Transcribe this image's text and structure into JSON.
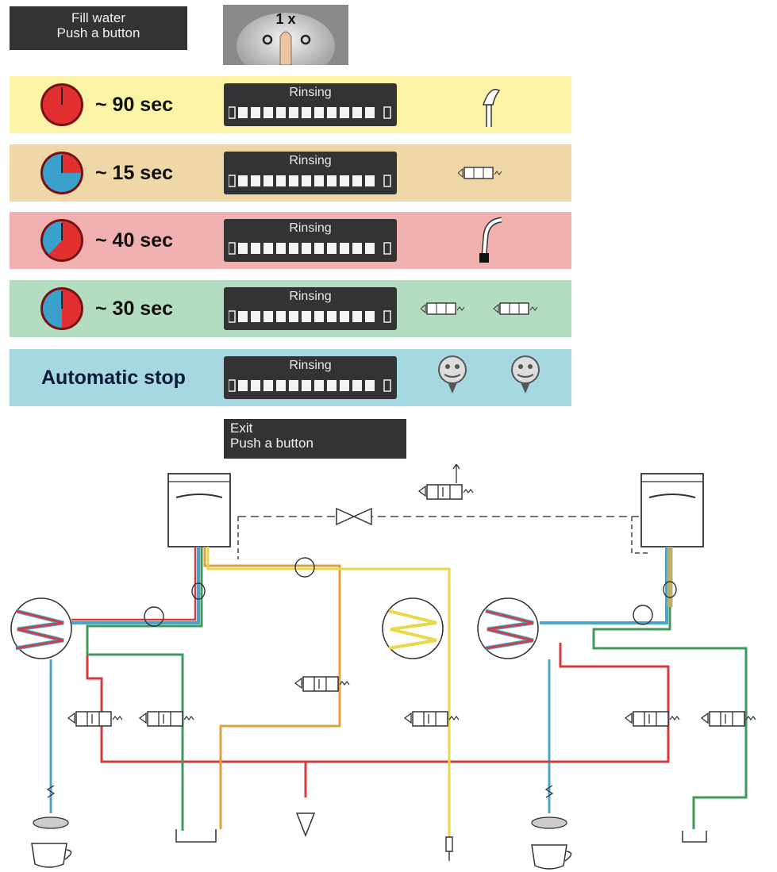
{
  "top": {
    "fill_label_line1": "Fill water",
    "fill_label_line2": "Push a button",
    "button_press_label": "1 x"
  },
  "steps": [
    {
      "duration": "~ 90 sec",
      "display": "Rinsing",
      "color": "#fbf3a6",
      "output": "hot-water-spout-icon"
    },
    {
      "duration": "~ 15 sec",
      "display": "Rinsing",
      "color": "#f0d7a8",
      "output": "solenoid-valve-icon"
    },
    {
      "duration": "~ 40 sec",
      "display": "Rinsing",
      "color": "#f2b1b1",
      "output": "steam-wand-icon"
    },
    {
      "duration": "~ 30 sec",
      "display": "Rinsing",
      "color": "#b4dcc0",
      "output": "two-solenoid-valves-icon"
    },
    {
      "duration": "Automatic stop",
      "display": "Rinsing",
      "color": "#a6d8e1",
      "output": "two-brew-group-icons"
    }
  ],
  "exit": {
    "line1": "Exit",
    "line2": "Push a button"
  },
  "colors": {
    "blue_line": "#4aa3c8",
    "red_line": "#d63a3a",
    "green_line": "#3f9a5a",
    "yellow_line": "#e8d84a",
    "orange_line": "#e0a040"
  }
}
